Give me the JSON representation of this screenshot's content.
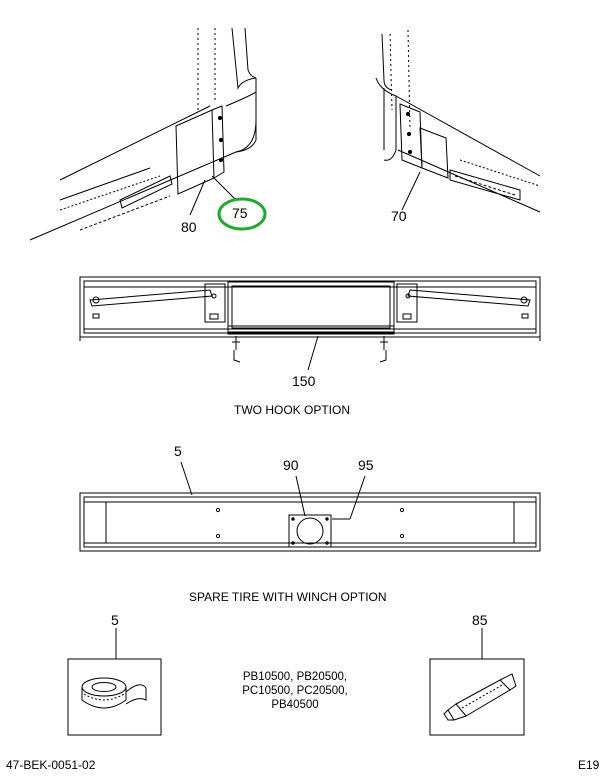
{
  "callouts": {
    "c75": "75",
    "c80": "80",
    "c70": "70",
    "c150": "150",
    "c5_top": "5",
    "c90": "90",
    "c95": "95",
    "c5_bottom": "5",
    "c85": "85"
  },
  "captions": {
    "two_hook": "TWO HOOK OPTION",
    "spare_tire": "SPARE TIRE WITH WINCH OPTION"
  },
  "models": {
    "line1": "PB10500, PB20500,",
    "line2": "PC10500, PC20500,",
    "line3": "PB40500"
  },
  "footer": {
    "doc_id": "47-BEK-0051-02",
    "page": "E19"
  },
  "highlight_color": "#1faa2e"
}
